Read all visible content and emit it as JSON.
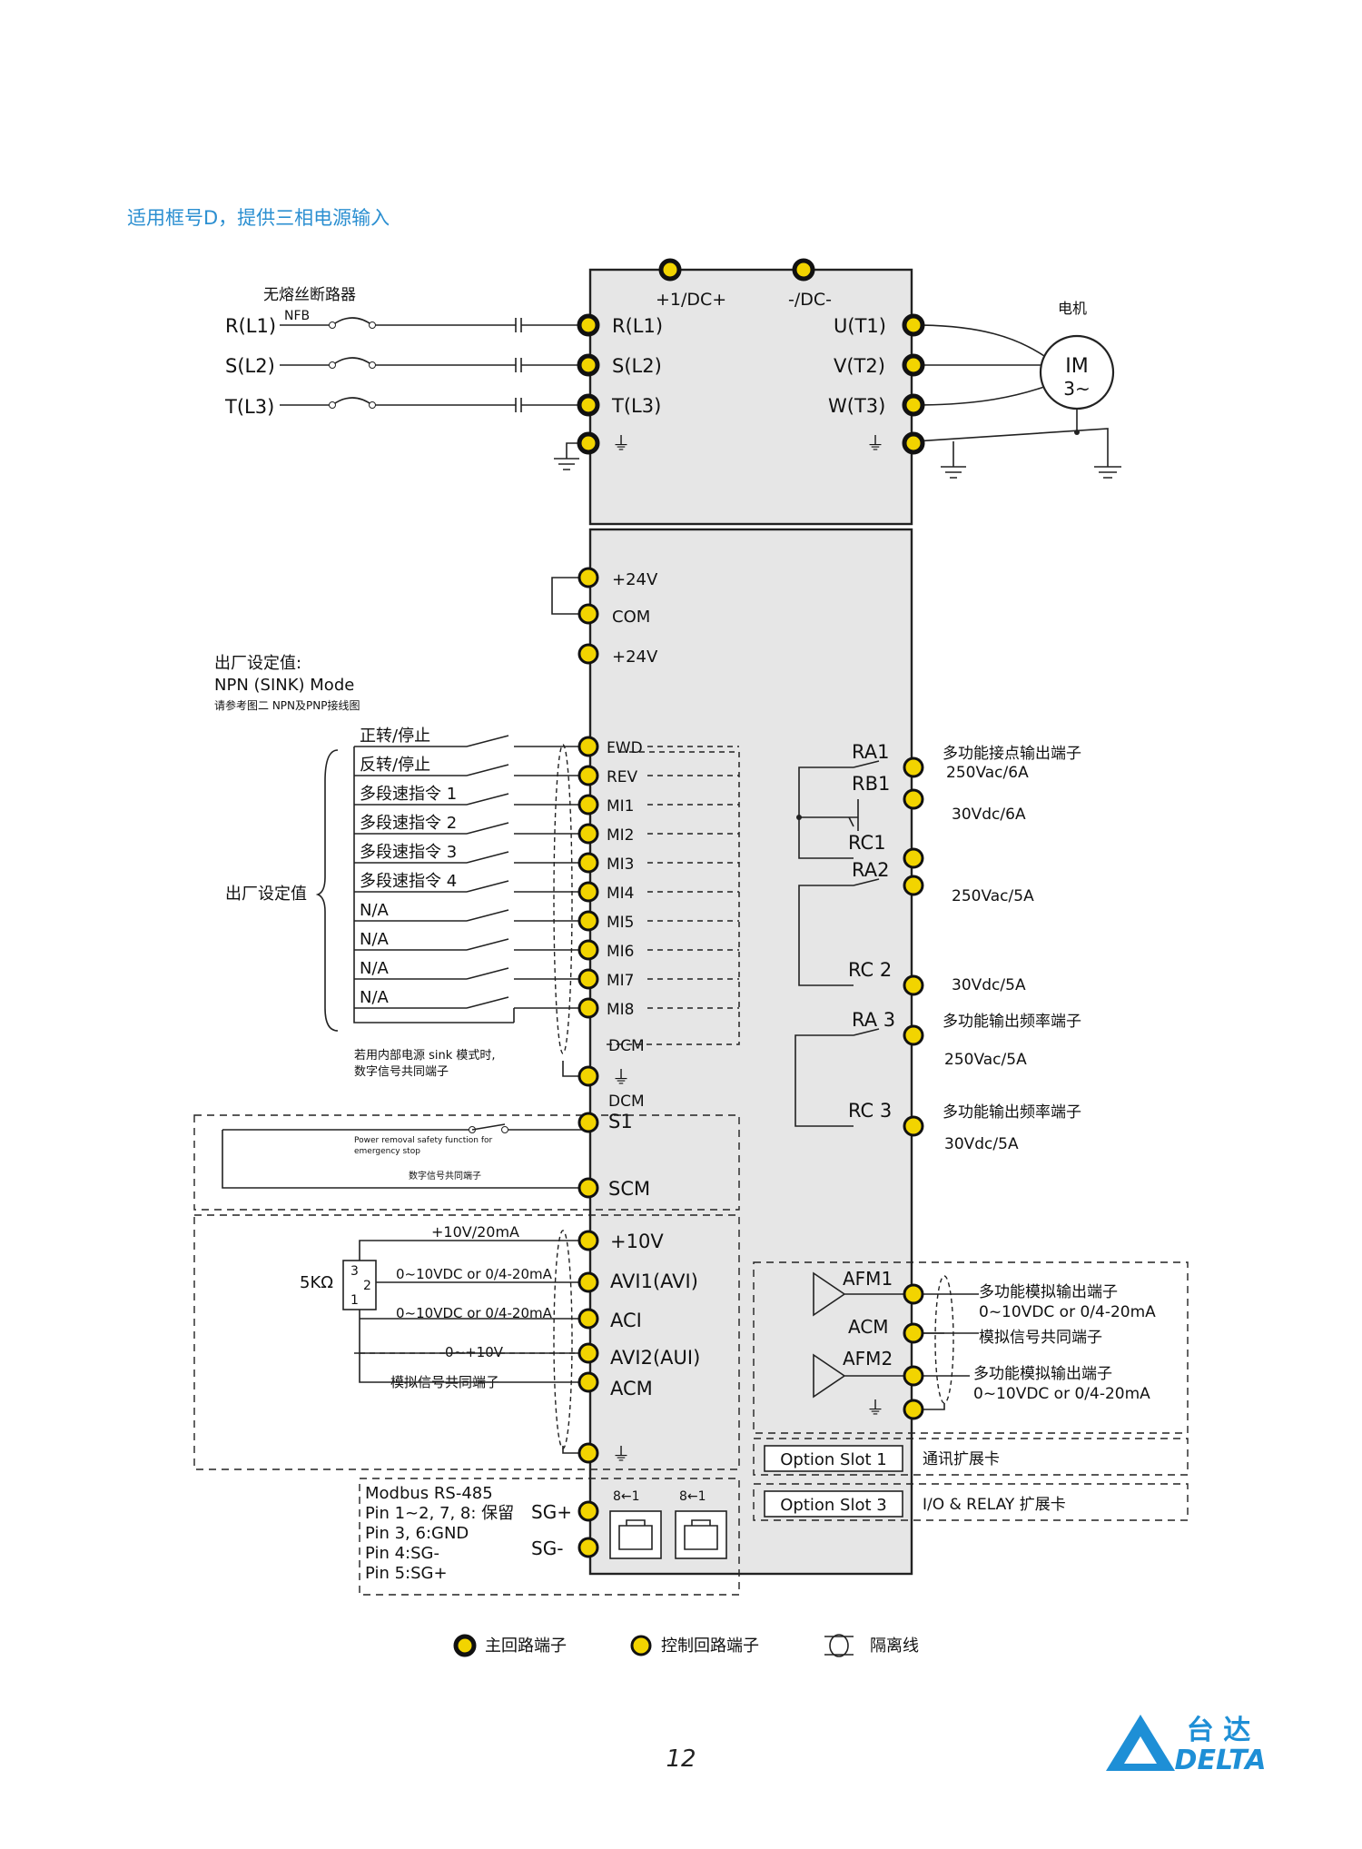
{
  "caption": "适用框号D，提供三相电源输入",
  "page_number": "12",
  "brand": {
    "cn": "台 达",
    "en": "DELTA",
    "color": "#1e8fd6"
  },
  "colors": {
    "terminal_fill": "#f2d400",
    "box_fill": "#e6e6e6",
    "caption": "#2b8fd1"
  },
  "power_input": {
    "nfb_title": "无熔丝断路器",
    "nfb": "NFB",
    "lines": [
      "R(L1)",
      "S(L2)",
      "T(L3)"
    ]
  },
  "main_terminals": {
    "top": [
      "+1/DC+",
      "-/DC-"
    ],
    "inputs": [
      "R(L1)",
      "S(L2)",
      "T(L3)"
    ],
    "outputs": [
      "U(T1)",
      "V(T2)",
      "W(T3)"
    ],
    "ground": "⏚"
  },
  "motor": {
    "title": "电机",
    "label": "IM",
    "sub": "3~"
  },
  "control": {
    "power": [
      "+24V",
      "COM",
      "+24V"
    ],
    "factory_note": [
      "出厂设定值:",
      "NPN (SINK) Mode",
      "请参考图二 NPN及PNP接线图"
    ],
    "factory_label": "出厂设定值",
    "inputs": [
      {
        "label": "正转/停止",
        "term": "FWD"
      },
      {
        "label": "反转/停止",
        "term": "REV"
      },
      {
        "label": "多段速指令 1",
        "term": "MI1"
      },
      {
        "label": "多段速指令 2",
        "term": "MI2"
      },
      {
        "label": "多段速指令 3",
        "term": "MI3"
      },
      {
        "label": "多段速指令 4",
        "term": "MI4"
      },
      {
        "label": "N/A",
        "term": "MI5"
      },
      {
        "label": "N/A",
        "term": "MI6"
      },
      {
        "label": "N/A",
        "term": "MI7"
      },
      {
        "label": "N/A",
        "term": "MI8"
      }
    ],
    "dcm": "DCM",
    "sink_note": [
      "若用内部电源 sink 模式时,",
      "数字信号共同端子"
    ]
  },
  "safety": {
    "s1": "S1",
    "scm": "SCM",
    "note1": "Power removal safety function for",
    "note2": "emergency stop",
    "note3": "数字信号共同端子"
  },
  "analog_in": {
    "plus10v": "+10V",
    "plus10v_label": "+10V/20mA",
    "pot": "5KΩ",
    "pot_pins": [
      "3",
      "2",
      "1"
    ],
    "terms": [
      "AVI1(AVI)",
      "ACI",
      "AVI2(AUI)",
      "ACM"
    ],
    "labels": [
      "0~10VDC or 0/4-20mA",
      "0~10VDC or 0/4-20mA",
      "0~+10V",
      "模拟信号共同端子"
    ]
  },
  "modbus": {
    "lines": [
      "Modbus RS-485",
      "Pin 1~2, 7, 8: 保留",
      "Pin 3, 6:GND",
      "Pin 4:SG-",
      "Pin 5:SG+"
    ],
    "sgp": "SG+",
    "sgm": "SG-",
    "jack": "8←1"
  },
  "relays": [
    {
      "term": "RA1",
      "desc": "多功能接点输出端子"
    },
    {
      "term": "RB1",
      "desc": ""
    },
    {
      "term": "RC1",
      "desc": ""
    },
    {
      "term": "RA2",
      "desc": ""
    },
    {
      "term": "RC 2",
      "desc": ""
    },
    {
      "term": "RA 3",
      "desc": "多功能输出频率端子"
    },
    {
      "term": "RC 3",
      "desc": "多功能输出频率端子"
    }
  ],
  "relay_ratings": [
    "250Vac/6A",
    "30Vdc/6A",
    "250Vac/5A",
    "30Vdc/5A",
    "250Vac/5A",
    "30Vdc/5A"
  ],
  "analog_out": {
    "terms": [
      "AFM1",
      "ACM",
      "AFM2"
    ],
    "labels": [
      "多功能模拟输出端子",
      "0~10VDC or 0/4-20mA",
      "模拟信号共同端子",
      "多功能模拟输出端子",
      "0~10VDC or 0/4-20mA"
    ]
  },
  "slots": [
    {
      "name": "Option Slot 1",
      "desc": "通讯扩展卡"
    },
    {
      "name": "Option Slot 3",
      "desc": "I/O & RELAY 扩展卡"
    }
  ],
  "legend": [
    "主回路端子",
    "控制回路端子",
    "隔离线"
  ]
}
